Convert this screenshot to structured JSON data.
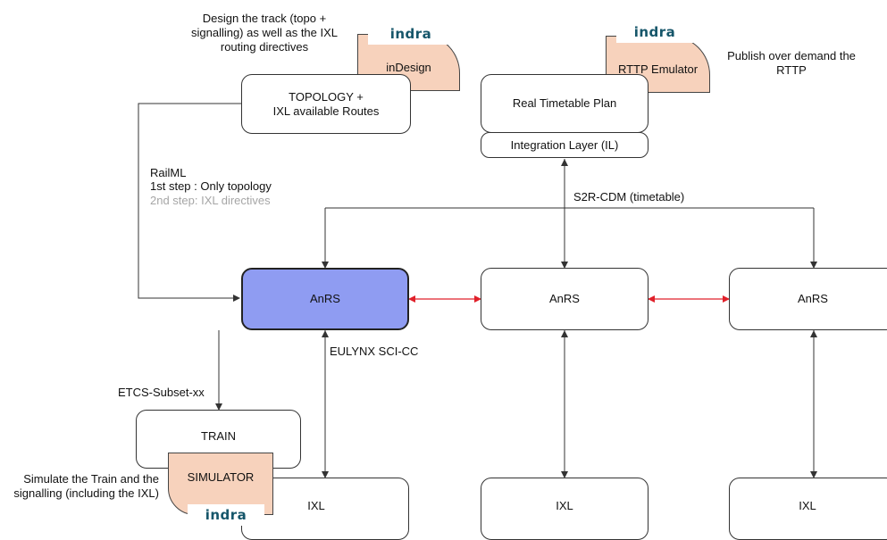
{
  "notes": {
    "indesign_note": "Design the track (topo + signalling) as well as the IXL routing directives",
    "rttp_note": "Publish over demand the RTTP",
    "simulator_note": "Simulate the Train and the signalling (including the IXL)"
  },
  "logos": {
    "brand": "indra"
  },
  "cards": {
    "indesign": "inDesign",
    "rttp_emulator": "RTTP Emulator",
    "simulator": "SIMULATOR"
  },
  "boxes": {
    "topology_line1": "TOPOLOGY +",
    "topology_line2": "IXL available Routes",
    "timetable": "Real Timetable Plan",
    "integration_layer": "Integration Layer (IL)",
    "anrs_left": "AnRS",
    "anrs_center": "AnRS",
    "anrs_right": "AnRS",
    "train": "TRAIN",
    "ixl_left": "IXL",
    "ixl_center": "IXL",
    "ixl_right": "IXL"
  },
  "labels": {
    "railml": "RailML",
    "step1": "1st step : Only topology",
    "step2": "2nd step: IXL directives",
    "s2r_cdm": "S2R-CDM (timetable)",
    "eulynx": "EULYNX SCI-CC",
    "etcs": "ETCS-Subset-xx"
  },
  "colors": {
    "anrs_highlight": "#8f9cf2",
    "card_fill": "#f7d2bc",
    "logo_text": "#16566a",
    "link_red": "#e0202a",
    "line": "#333333"
  }
}
